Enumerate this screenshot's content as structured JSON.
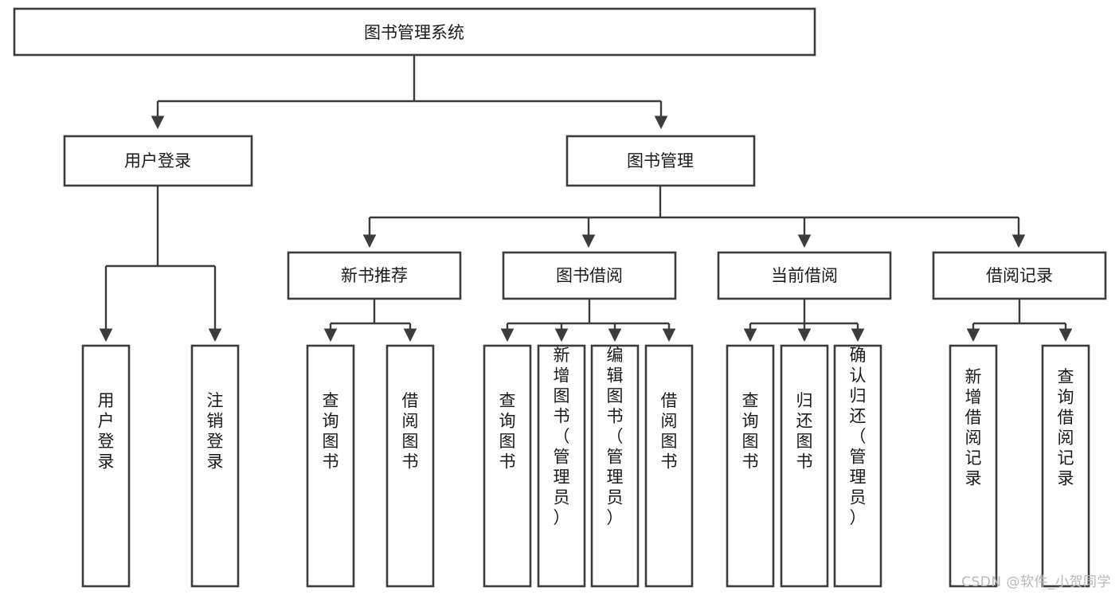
{
  "diagram": {
    "title": "图书管理系统",
    "type": "tree",
    "watermark": "CSDN @软件_小贺同学",
    "colors": {
      "stroke": "#3c3c3c",
      "fill": "#ffffff",
      "text": "#1a1a1a",
      "watermark": "#b8b8b8"
    },
    "root": {
      "label": "图书管理系统"
    },
    "level2": [
      {
        "label": "用户登录"
      },
      {
        "label": "图书管理"
      }
    ],
    "level3": [
      {
        "label": "新书推荐"
      },
      {
        "label": "图书借阅"
      },
      {
        "label": "当前借阅"
      },
      {
        "label": "借阅记录"
      }
    ],
    "leaves": {
      "user_login": [
        {
          "label": "用户登录"
        },
        {
          "label": "注销登录"
        }
      ],
      "new_book_recommend": [
        {
          "label": "查询图书"
        },
        {
          "label": "借阅图书"
        }
      ],
      "book_borrow": [
        {
          "label": "查询图书"
        },
        {
          "label": "新增图书（管理员）"
        },
        {
          "label": "编辑图书（管理员）"
        },
        {
          "label": "借阅图书"
        }
      ],
      "current_borrow": [
        {
          "label": "查询图书"
        },
        {
          "label": "归还图书"
        },
        {
          "label": "确认归还（管理员）"
        }
      ],
      "borrow_record": [
        {
          "label": "新增借阅记录"
        },
        {
          "label": "查询借阅记录"
        }
      ]
    }
  }
}
